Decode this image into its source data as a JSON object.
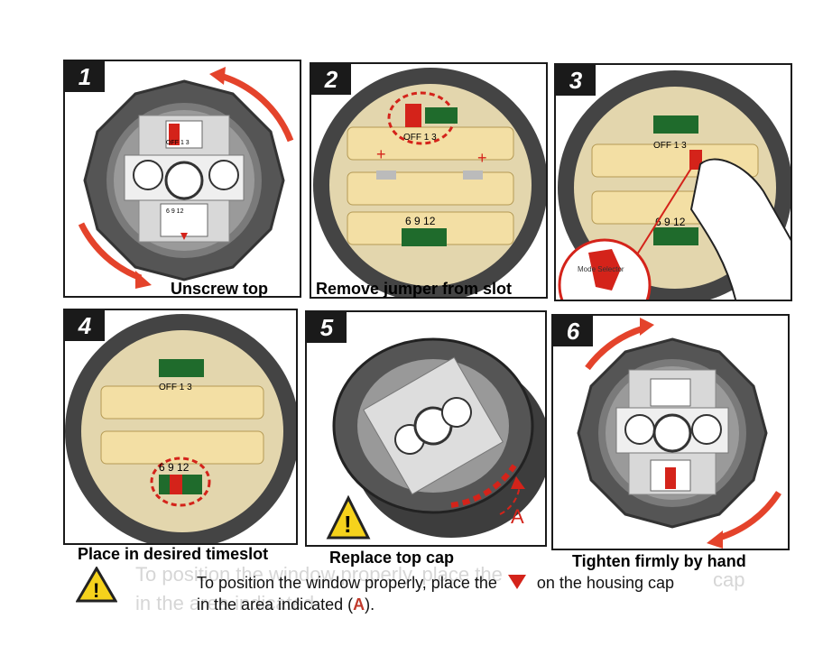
{
  "steps": [
    {
      "number": "1",
      "caption": "Unscrew top"
    },
    {
      "number": "2",
      "caption": "Remove jumper from slot"
    },
    {
      "number": "3",
      "caption": ""
    },
    {
      "number": "4",
      "caption": "Place in desired timeslot"
    },
    {
      "number": "5",
      "caption": "Replace top cap"
    },
    {
      "number": "6",
      "caption": "Tighten firmly by hand"
    }
  ],
  "labels": {
    "mode_selector": "Mode Selector",
    "off": "OFF",
    "one": "1",
    "three": "3",
    "six": "6",
    "nine": "9",
    "twelve": "12",
    "area_a": "A"
  },
  "note": {
    "line1_pre": "To position the window properly, place the",
    "line1_post": "on the housing cap",
    "line2_pre": "in the area indicated (",
    "line2_letter": "A",
    "line2_post": ")."
  },
  "ghost": {
    "line1": "To position the window properly, place the",
    "line2": "in the area indicated",
    "tail": "cap"
  },
  "colors": {
    "accent_red": "#d4231a",
    "arrow_red": "#e4432b",
    "warning_yellow": "#f5d21c"
  }
}
